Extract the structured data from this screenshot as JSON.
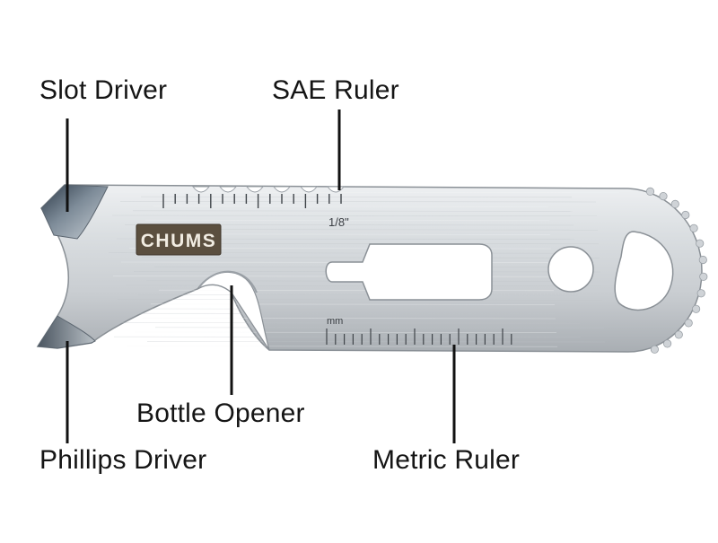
{
  "diagram": {
    "brand": "CHUMS",
    "labels": {
      "slot_driver": "Slot Driver",
      "sae_ruler": "SAE Ruler",
      "bottle_opener": "Bottle Opener",
      "phillips_driver": "Phillips Driver",
      "metric_ruler": "Metric Ruler"
    },
    "ruler_marks": {
      "sae": "1/8\"",
      "metric": "mm"
    }
  },
  "colors": {
    "steel_light": "#e2e5e8",
    "steel_mid": "#c6cace",
    "steel_dark": "#9da2a7",
    "leader_line": "#111111",
    "badge_bg": "#5b4f3f",
    "badge_text": "#f1ece2"
  }
}
